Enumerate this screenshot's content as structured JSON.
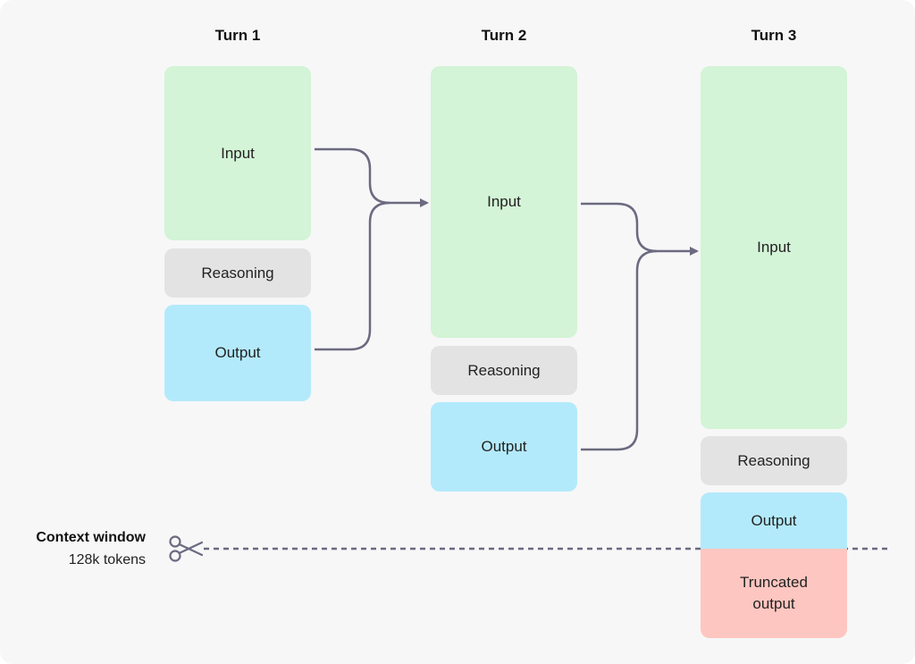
{
  "turns": [
    {
      "title": "Turn 1",
      "input": "Input",
      "reasoning": "Reasoning",
      "output": "Output"
    },
    {
      "title": "Turn 2",
      "input": "Input",
      "reasoning": "Reasoning",
      "output": "Output"
    },
    {
      "title": "Turn 3",
      "input": "Input",
      "reasoning": "Reasoning",
      "output": "Output",
      "truncated": "Truncated output"
    }
  ],
  "context_window": {
    "label": "Context window",
    "size": "128k tokens"
  },
  "colors": {
    "input": "#d3f4d6",
    "reasoning": "#e3e3e3",
    "output": "#b3eafb",
    "truncated": "#fec6c0",
    "arrow": "#6b6a80"
  },
  "icons": {
    "cut_marker": "scissors-icon"
  }
}
